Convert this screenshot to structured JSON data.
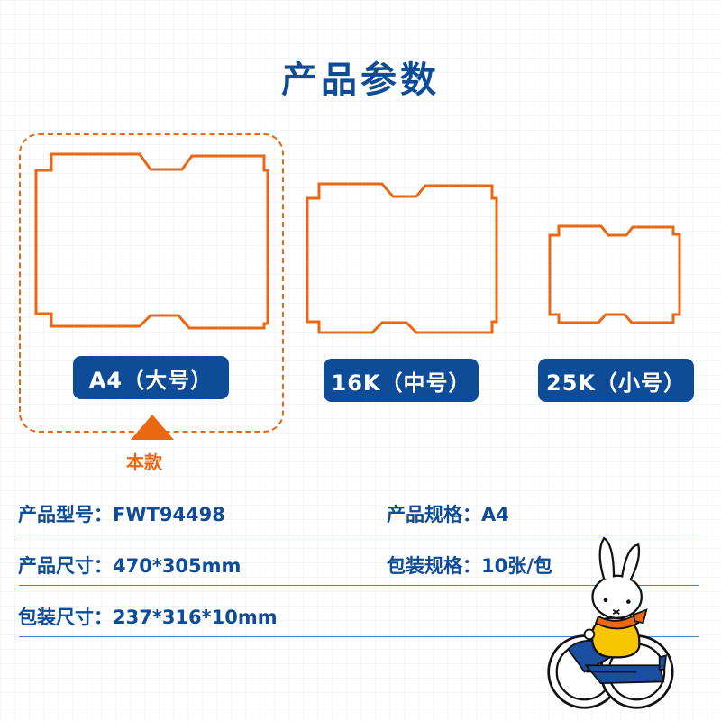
{
  "header": {
    "title": "产品参数"
  },
  "sizes": [
    {
      "label": "A4（大号）",
      "selected": true
    },
    {
      "label": "16K（中号）",
      "selected": false
    },
    {
      "label": "25K（小号）",
      "selected": false
    }
  ],
  "selected_marker": {
    "label": "本款"
  },
  "specs": {
    "model": {
      "label": "产品型号：",
      "value": "FWT94498"
    },
    "spec": {
      "label": "产品规格：",
      "value": "A4"
    },
    "size": {
      "label": "产品尺寸：",
      "value": "470*305mm"
    },
    "pack_spec": {
      "label": "包装规格：",
      "value": "10张/包"
    },
    "pack_size": {
      "label": "包装尺寸：",
      "value": "237*316*10mm"
    }
  },
  "colors": {
    "primary": "#0f4c97",
    "accent": "#ea6714",
    "bunny_shirt": "#f7c600",
    "bike": "#1a4fa0"
  }
}
